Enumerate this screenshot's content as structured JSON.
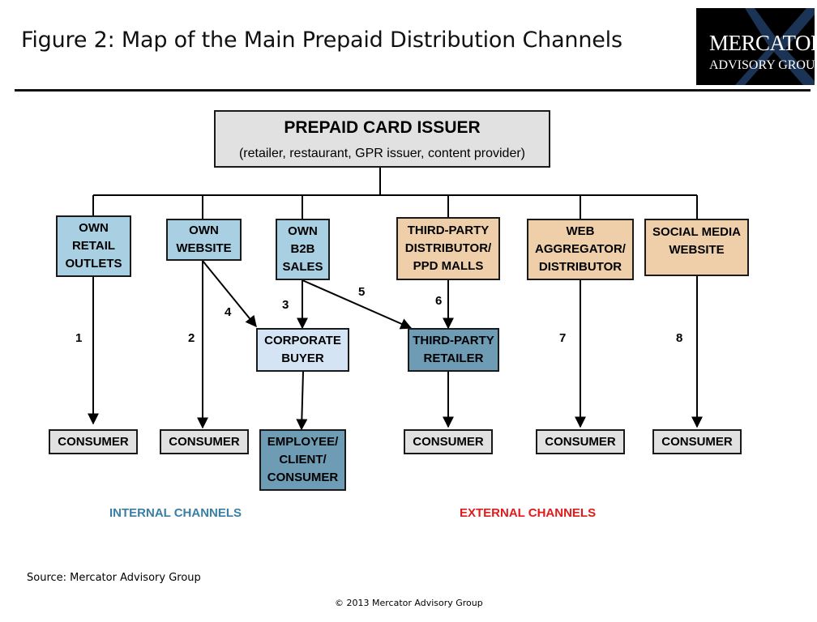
{
  "title": "Figure 2: Map of the Main Prepaid Distribution Channels",
  "logo": {
    "line1": "Mercator",
    "line2": "Advisory Group"
  },
  "issuer": {
    "heading": "PREPAID CARD ISSUER",
    "subheading": "(retailer, restaurant, GPR issuer, content provider)"
  },
  "channels": [
    {
      "label": "OWN\nRETAIL\nOUTLETS"
    },
    {
      "label": "OWN\nWEBSITE"
    },
    {
      "label": "OWN\nB2B\nSALES"
    },
    {
      "label": "THIRD-PARTY\nDISTRIBUTOR/\nPPD MALLS"
    },
    {
      "label": "WEB\nAGGREGATOR/\nDISTRIBUTOR"
    },
    {
      "label": "SOCIAL MEDIA\nWEBSITE"
    }
  ],
  "intermediaries": {
    "corporate_buyer": "CORPORATE\nBUYER",
    "third_party_retailer": "THIRD-PARTY\nRETAILER"
  },
  "endpoints": [
    {
      "label": "CONSUMER"
    },
    {
      "label": "CONSUMER"
    },
    {
      "label": "EMPLOYEE/\nCLIENT/\nCONSUMER"
    },
    {
      "label": "CONSUMER"
    },
    {
      "label": "CONSUMER"
    },
    {
      "label": "CONSUMER"
    }
  ],
  "path_numbers": [
    "1",
    "2",
    "3",
    "4",
    "5",
    "6",
    "7",
    "8"
  ],
  "groups": {
    "internal": "INTERNAL CHANNELS",
    "external": "EXTERNAL CHANNELS",
    "internal_color": "#3a7ea6",
    "external_color": "#e01b1b"
  },
  "colors": {
    "own_channel": "#a9cfe3",
    "third_party_channel": "#efcfa9",
    "corporate_buyer": "#d4e4f5",
    "third_party_retailer": "#6e9cb4",
    "consumer": "#e1e1e1"
  },
  "source": "Source: Mercator Advisory Group",
  "copyright": "© 2013 Mercator Advisory Group"
}
